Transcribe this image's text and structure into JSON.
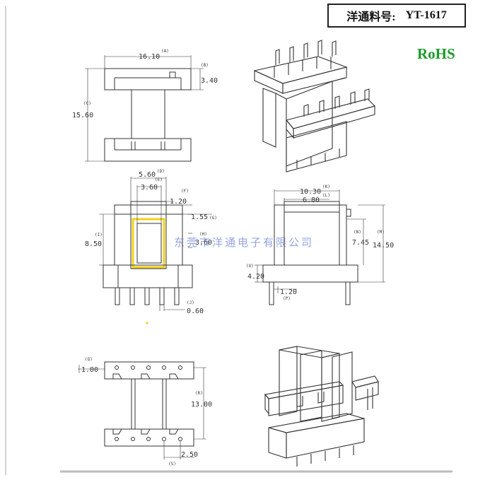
{
  "header": {
    "model_label": "洋通料号:",
    "model_number": "YT-1617"
  },
  "badge": {
    "rohs": "RoHS",
    "color": "#1a9a2a"
  },
  "watermark": {
    "text": "东莞市洋通电子有限公司"
  },
  "top_view": {
    "width": {
      "tag": "(A)",
      "value": "16.10"
    },
    "flange": {
      "tag": "(B)",
      "value": "3.40"
    },
    "height": {
      "tag": "(C)",
      "value": "15.60"
    }
  },
  "front_view": {
    "d": {
      "tag": "(D)",
      "value": "5.60"
    },
    "e": {
      "tag": "(E)",
      "value": "3.60"
    },
    "f": {
      "tag": "(F)",
      "value": "1.20"
    },
    "g": {
      "tag": "(G)",
      "value": "1.55"
    },
    "h": {
      "tag": "(H)",
      "value": "3.60"
    },
    "i": {
      "tag": "(I)",
      "value": "8.50"
    },
    "j": {
      "tag": "(J)",
      "value": "0.60"
    }
  },
  "side_view": {
    "k": {
      "tag": "(K)",
      "value": "10.30"
    },
    "l": {
      "tag": "(L)",
      "value": "6.80"
    },
    "m": {
      "tag": "(M)",
      "value": "14.50"
    },
    "n": {
      "tag": "(N)",
      "value": "7.45"
    },
    "o": {
      "tag": "(O)",
      "value": "4.20"
    },
    "p": {
      "tag": "(P)",
      "value": "1.20"
    }
  },
  "bottom_view": {
    "q": {
      "tag": "(Q)",
      "value": "1.00"
    },
    "r": {
      "tag": "(R)",
      "value": "13.00"
    },
    "s": {
      "tag": "(S)",
      "value": "2.50"
    }
  },
  "colors": {
    "line": "#333333",
    "highlight": "#f2d21b"
  }
}
